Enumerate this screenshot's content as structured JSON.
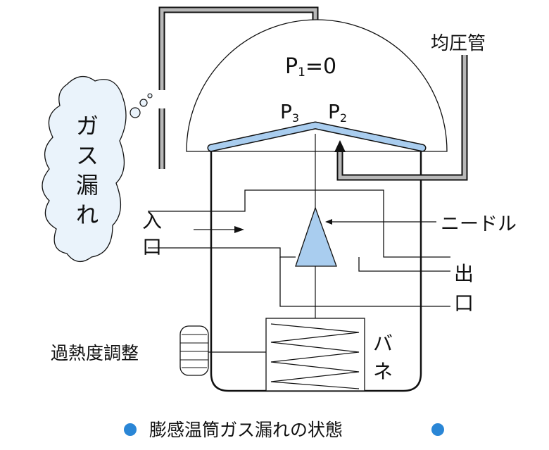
{
  "labels": {
    "p1": "P",
    "p1_sub": "1",
    "p1_value": "=0",
    "p3": "P",
    "p3_sub": "3",
    "p2": "P",
    "p2_sub": "2",
    "equalizer": "均圧管",
    "gas_leak": [
      "ガ",
      "ス",
      "漏",
      "れ"
    ],
    "inlet": [
      "入",
      "口"
    ],
    "needle": "ニードル",
    "outlet": [
      "出",
      "口"
    ],
    "superheat": "過熱度調整",
    "spring": [
      "バ",
      "ネ"
    ]
  },
  "caption": "膨感温筒ガス漏れの状態",
  "colors": {
    "blue": "#a9cdef",
    "cloud": "#eaf3fb",
    "tube": "#b8b8b8",
    "bullet": "#2a86d6"
  }
}
